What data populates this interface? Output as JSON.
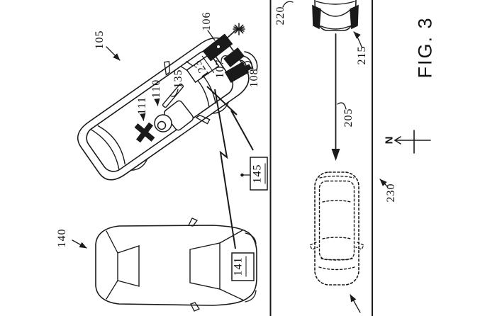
{
  "figure": {
    "caption": "FIG. 3",
    "compass_north": "N"
  },
  "reference_labels": {
    "main_car": "105",
    "antenna_unit": "106",
    "transceiver": "107",
    "bumper_unit": "108",
    "driver_seat": "110",
    "position_marker": "111",
    "display_strip": "135",
    "second_car": "140",
    "second_car_plate": "141",
    "signal_box": "145",
    "main_car_plate": "123",
    "travel_path": "205",
    "approach_point": "215",
    "approaching_car": "220",
    "ghost_car": "230"
  }
}
